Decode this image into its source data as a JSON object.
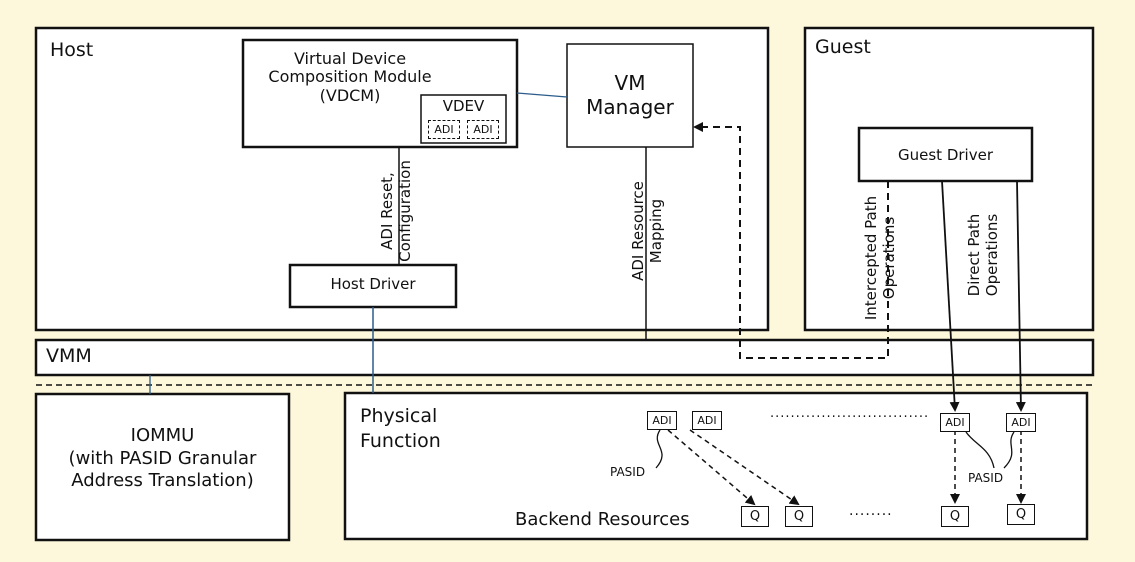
{
  "host": {
    "title": "Host"
  },
  "guest": {
    "title": "Guest"
  },
  "vmm": {
    "title": "VMM"
  },
  "vdcm": {
    "line1": "Virtual Device",
    "line2": "Composition Module",
    "line3": "(VDCM)"
  },
  "vdev": {
    "label": "VDEV",
    "adi_label": "ADI"
  },
  "vm_manager": {
    "line1": "VM",
    "line2": "Manager"
  },
  "host_driver": {
    "label": "Host Driver"
  },
  "guest_driver": {
    "label": "Guest Driver"
  },
  "links": {
    "adi_reset_line1": "ADI Reset,",
    "adi_reset_line2": "Configuration",
    "adi_resource_line1": "ADI Resource",
    "adi_resource_line2": "Mapping",
    "intercepted_line1": "Intercepted Path",
    "intercepted_line2": "Operations",
    "direct_line1": "Direct Path",
    "direct_line2": "Operations"
  },
  "iommu": {
    "line1": "IOMMU",
    "line2": "(with PASID Granular",
    "line3": "Address Translation)"
  },
  "physical_function": {
    "line1": "Physical",
    "line2": "Function",
    "adi_label": "ADI",
    "pasid_label": "PASID",
    "backend_label": "Backend Resources",
    "queue_label": "Q",
    "ellipsis_dots": "........",
    "ellipsis_long": "..............................."
  },
  "colors": {
    "background": "#fdf8dc",
    "box_fill": "#ffffff",
    "stroke": "#111111",
    "accent_line": "#2b5c8a"
  }
}
